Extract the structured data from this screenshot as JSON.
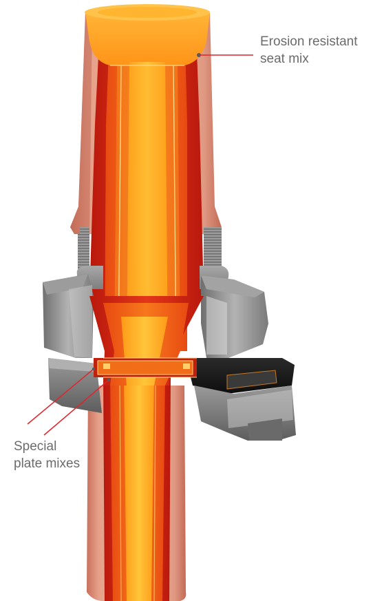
{
  "labels": {
    "erosion": {
      "line1": "Erosion resistant",
      "line2": "seat mix"
    },
    "plate": {
      "line1": "Special",
      "line2": "plate mixes"
    }
  },
  "colors": {
    "label_text": "#6b6b6b",
    "callout_line": "#e0242b",
    "callout_dot": "#5a5a5a",
    "refractory_outer": "#d98c73",
    "hot_core": "#ffb320",
    "red_zone": "#c81e10",
    "metal_grey": "#8a8a8a",
    "plate_black": "#1a1a1a"
  }
}
